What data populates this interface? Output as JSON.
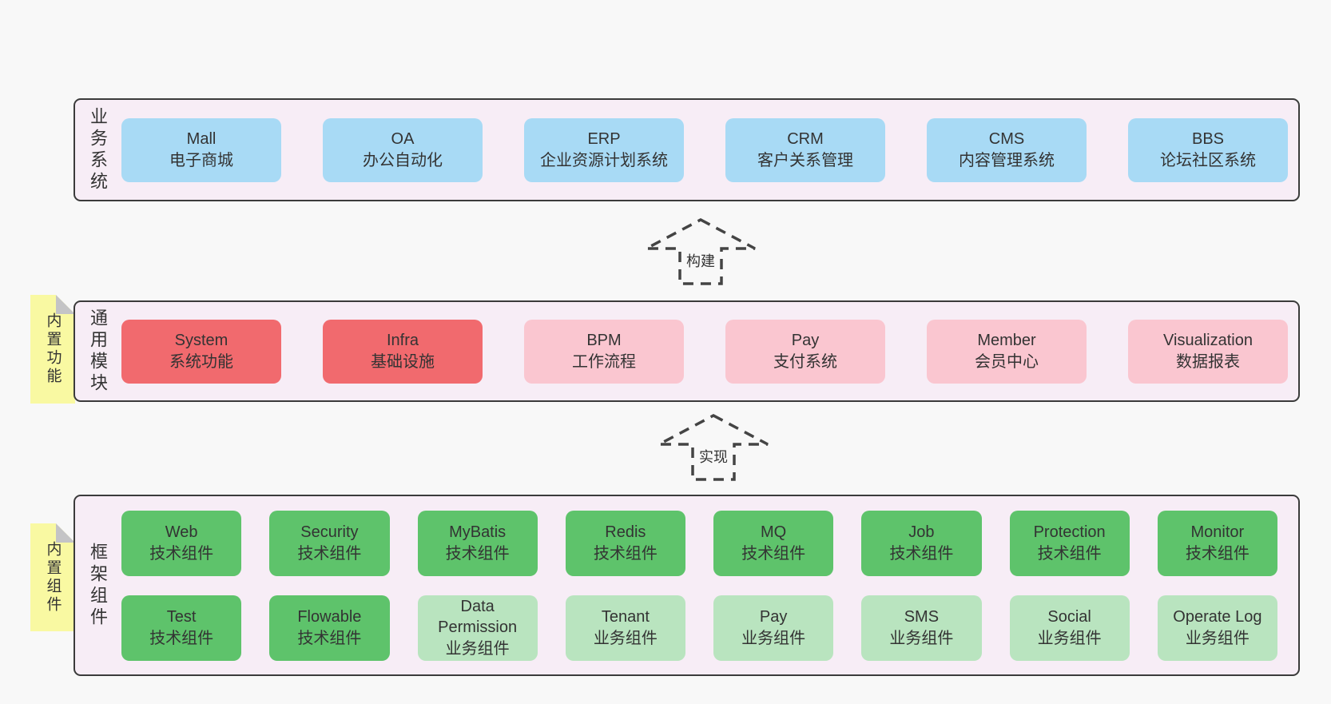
{
  "colors": {
    "page_background": "#f8f8f8",
    "panel_background": "#f7edf6",
    "panel_border": "#3b3b3b",
    "blue": "#a8daf5",
    "red": "#f16a6e",
    "pink": "#fac6d0",
    "green": "#5ec36b",
    "lightgreen": "#b9e4bf",
    "sticky_yellow": "#f9f9a2",
    "fold_gray": "#c4c4c6",
    "arrow_dash": "#444444"
  },
  "arrows": [
    {
      "label": "构建"
    },
    {
      "label": "实现"
    }
  ],
  "layers": [
    {
      "id": "business-systems",
      "label": "业务系统",
      "tab": null,
      "rows": [
        [
          {
            "title": "Mall",
            "subtitle": "电子商城",
            "variant": "blue"
          },
          {
            "title": "OA",
            "subtitle": "办公自动化",
            "variant": "blue"
          },
          {
            "title": "ERP",
            "subtitle": "企业资源计划系统",
            "variant": "blue"
          },
          {
            "title": "CRM",
            "subtitle": "客户关系管理",
            "variant": "blue"
          },
          {
            "title": "CMS",
            "subtitle": "内容管理系统",
            "variant": "blue"
          },
          {
            "title": "BBS",
            "subtitle": "论坛社区系统",
            "variant": "blue"
          }
        ]
      ]
    },
    {
      "id": "common-modules",
      "label": "通用模块",
      "tab": "内置功能",
      "rows": [
        [
          {
            "title": "System",
            "subtitle": "系统功能",
            "variant": "red"
          },
          {
            "title": "Infra",
            "subtitle": "基础设施",
            "variant": "red"
          },
          {
            "title": "BPM",
            "subtitle": "工作流程",
            "variant": "pink"
          },
          {
            "title": "Pay",
            "subtitle": "支付系统",
            "variant": "pink"
          },
          {
            "title": "Member",
            "subtitle": "会员中心",
            "variant": "pink"
          },
          {
            "title": "Visualization",
            "subtitle": "数据报表",
            "variant": "pink"
          }
        ]
      ]
    },
    {
      "id": "framework-components",
      "label": "框架组件",
      "tab": "内置组件",
      "rows": [
        [
          {
            "title": "Web",
            "subtitle": "技术组件",
            "variant": "green"
          },
          {
            "title": "Security",
            "subtitle": "技术组件",
            "variant": "green"
          },
          {
            "title": "MyBatis",
            "subtitle": "技术组件",
            "variant": "green"
          },
          {
            "title": "Redis",
            "subtitle": "技术组件",
            "variant": "green"
          },
          {
            "title": "MQ",
            "subtitle": "技术组件",
            "variant": "green"
          },
          {
            "title": "Job",
            "subtitle": "技术组件",
            "variant": "green"
          },
          {
            "title": "Protection",
            "subtitle": "技术组件",
            "variant": "green"
          },
          {
            "title": "Monitor",
            "subtitle": "技术组件",
            "variant": "green"
          }
        ],
        [
          {
            "title": "Test",
            "subtitle": "技术组件",
            "variant": "green"
          },
          {
            "title": "Flowable",
            "subtitle": "技术组件",
            "variant": "green"
          },
          {
            "title": "Data Permission",
            "subtitle": "业务组件",
            "variant": "lightgreen"
          },
          {
            "title": "Tenant",
            "subtitle": "业务组件",
            "variant": "lightgreen"
          },
          {
            "title": "Pay",
            "subtitle": "业务组件",
            "variant": "lightgreen"
          },
          {
            "title": "SMS",
            "subtitle": "业务组件",
            "variant": "lightgreen"
          },
          {
            "title": "Social",
            "subtitle": "业务组件",
            "variant": "lightgreen"
          },
          {
            "title": "Operate Log",
            "subtitle": "业务组件",
            "variant": "lightgreen"
          }
        ]
      ]
    }
  ]
}
